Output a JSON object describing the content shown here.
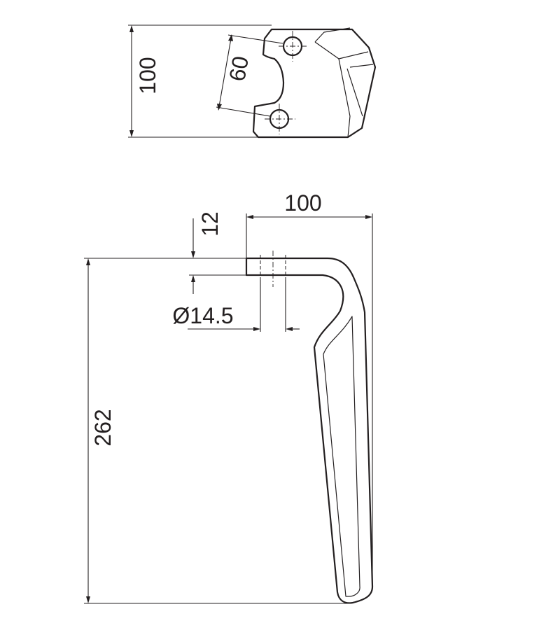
{
  "top_view": {
    "height_label": "100",
    "hole_spacing_label": "60"
  },
  "side_view": {
    "width_label": "100",
    "thickness_label": "12",
    "hole_diameter_label": "Ø14.5",
    "height_label": "262"
  },
  "colors": {
    "line": "#231f20",
    "background": "#ffffff"
  }
}
